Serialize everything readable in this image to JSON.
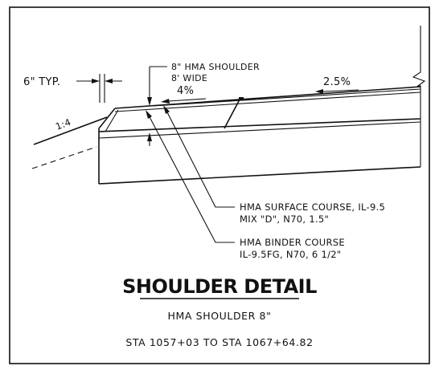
{
  "labels": {
    "typ": "6\" TYP.",
    "slope_side": "1:4",
    "shoulder_line1": "8\" HMA SHOULDER",
    "shoulder_line2": "8' WIDE",
    "shoulder_slope": "4%",
    "pavement_slope": "2.5%",
    "surface_line1": "HMA SURFACE COURSE, IL-9.5",
    "surface_line2": "MIX \"D\", N70, 1.5\"",
    "binder_line1": "HMA BINDER COURSE",
    "binder_line2": "IL-9.5FG, N70, 6 1/2\""
  },
  "title": {
    "main": "SHOULDER DETAIL",
    "sub": "HMA SHOULDER 8\"",
    "station": "STA 1057+03 TO STA 1067+64.82"
  }
}
